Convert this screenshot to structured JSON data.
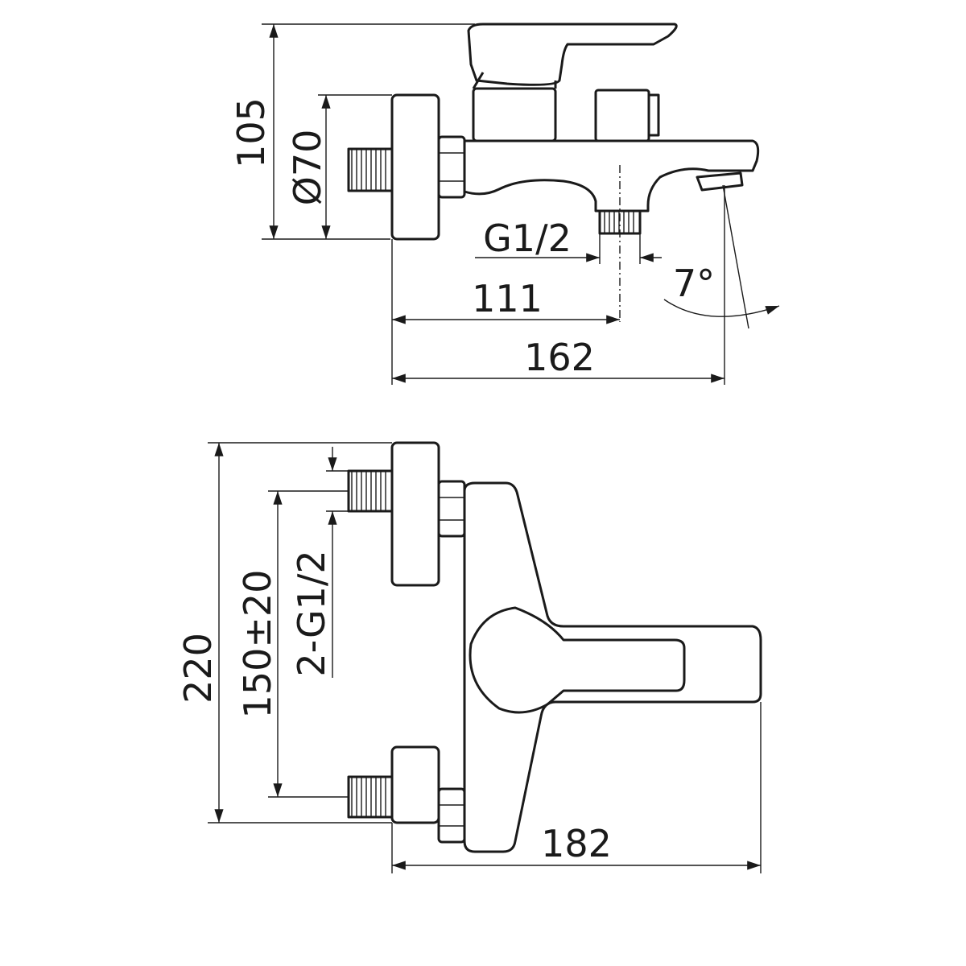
{
  "title": "Bath mixer dimension drawing",
  "side_view": {
    "height_label": "105",
    "plate_diameter_label": "Ø70",
    "outlet_thread_label": "G1/2",
    "outlet_offset_label": "111",
    "projection_label": "162",
    "spout_angle_label": "7°"
  },
  "front_view": {
    "height_label": "220",
    "center_distance_label": "150±20",
    "inlet_thread_label": "2-G1/2",
    "width_label": "182"
  },
  "colors": {
    "line": "#1a1a1a",
    "background": "#ffffff"
  }
}
